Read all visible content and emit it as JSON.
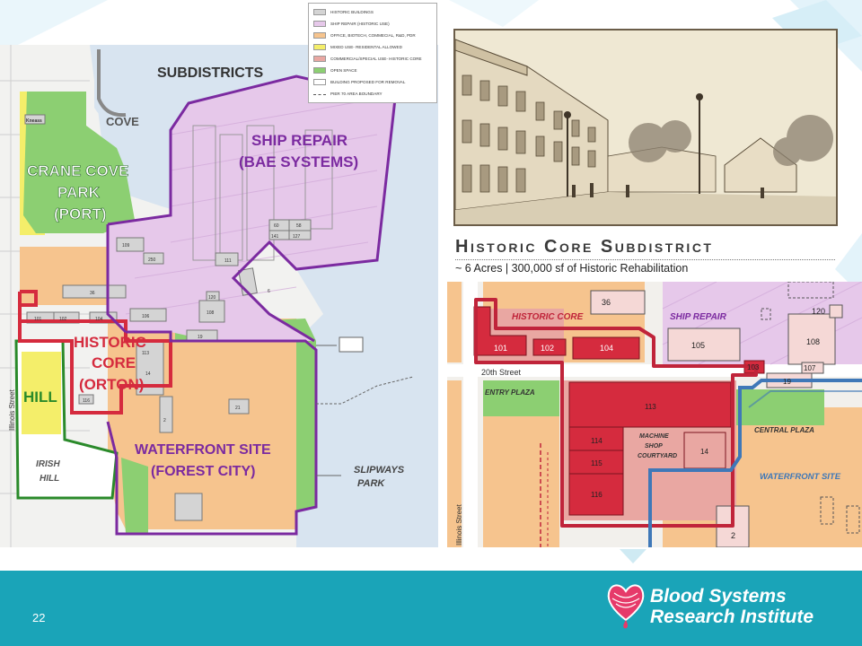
{
  "colors": {
    "footer_bg": "#1aa4b8",
    "ship_repair": "#e6c8ea",
    "office_biotech": "#f6c48e",
    "mixed_use": "#f4ee6a",
    "commercial_special": "#e9a7a2",
    "open_space": "#8ccf72",
    "historic_building": "#d4d4d4",
    "historic_core_red": "#d52b3e",
    "boundary_purple": "#7b2aa0",
    "route_blue": "#3f78b8"
  },
  "legend": {
    "items": [
      {
        "label": "HISTORIC BUILDINGS",
        "color": "#d4d4d4"
      },
      {
        "label": "SHIP REPAIR (HISTORIC USE)",
        "color": "#e6c8ea"
      },
      {
        "label": "OFFICE, BIOTECH, COMMECIAL, R&D, PDR",
        "color": "#f6c48e"
      },
      {
        "label": "MIXED USE- RESIDENTAL ALLOWED",
        "color": "#f4ee6a"
      },
      {
        "label": "COMMERCIAL/SPECIAL USE- HISTORIC CORE",
        "color": "#e9a7a2"
      },
      {
        "label": "OPEN SPACE",
        "color": "#8ccf72"
      },
      {
        "label": "BUILDING PROPOSED FOR REMOVAL",
        "color": "#ffffff"
      },
      {
        "label": "PIER 70 AREA BOUNDARY",
        "color": "#ffffff"
      }
    ]
  },
  "left_map": {
    "title": "SUBDISTRICTS",
    "labels": {
      "cove": "COVE",
      "crane1": "CRANE COVE",
      "crane2": "PARK",
      "crane3": "(PORT)",
      "ship1": "SHIP REPAIR",
      "ship2": "(BAE SYSTEMS)",
      "hist1": "HISTORIC",
      "hist2": "CORE",
      "hist3": "(ORTON)",
      "hill": "HILL",
      "irish1": "IRISH",
      "irish2": "HILL",
      "water1": "WATERFRONT SITE",
      "water2": "(FOREST CITY)",
      "slip1": "SLIPWAYS",
      "slip2": "PARK",
      "street": "Illinois Street",
      "kneass": "Kneass"
    },
    "buildings": [
      "109",
      "250",
      "111",
      "60",
      "141",
      "127",
      "58",
      "36",
      "101",
      "102",
      "104",
      "106",
      "108",
      "19",
      "120",
      "6",
      "113",
      "14",
      "116",
      "2",
      "21"
    ]
  },
  "historic_core": {
    "title": "Historic Core Subdistrict",
    "subtitle": "~ 6 Acres | 300,000 sf of Historic Rehabilitation"
  },
  "right_map": {
    "labels": {
      "historic_core": "HISTORIC CORE",
      "ship_repair": "SHIP REPAIR",
      "street_20th": "20th Street",
      "entry_plaza": "ENTRY PLAZA",
      "central_plaza": "CENTRAL PLAZA",
      "machine1": "MACHINE",
      "machine2": "SHOP",
      "machine3": "COURTYARD",
      "waterfront": "WATERFRONT SITE",
      "illinois": "Illinois Street"
    },
    "buildings": {
      "b36": "36",
      "b101": "101",
      "b102": "102",
      "b104": "104",
      "b105": "105",
      "b120": "120",
      "b108": "108",
      "b103": "103",
      "b107": "107",
      "b19": "19",
      "b113": "113",
      "b114": "114",
      "b115": "115",
      "b116": "116",
      "b14": "14",
      "b2": "2"
    }
  },
  "footer": {
    "page_number": "22",
    "org_line1": "Blood Systems",
    "org_line2": "Research Institute"
  }
}
